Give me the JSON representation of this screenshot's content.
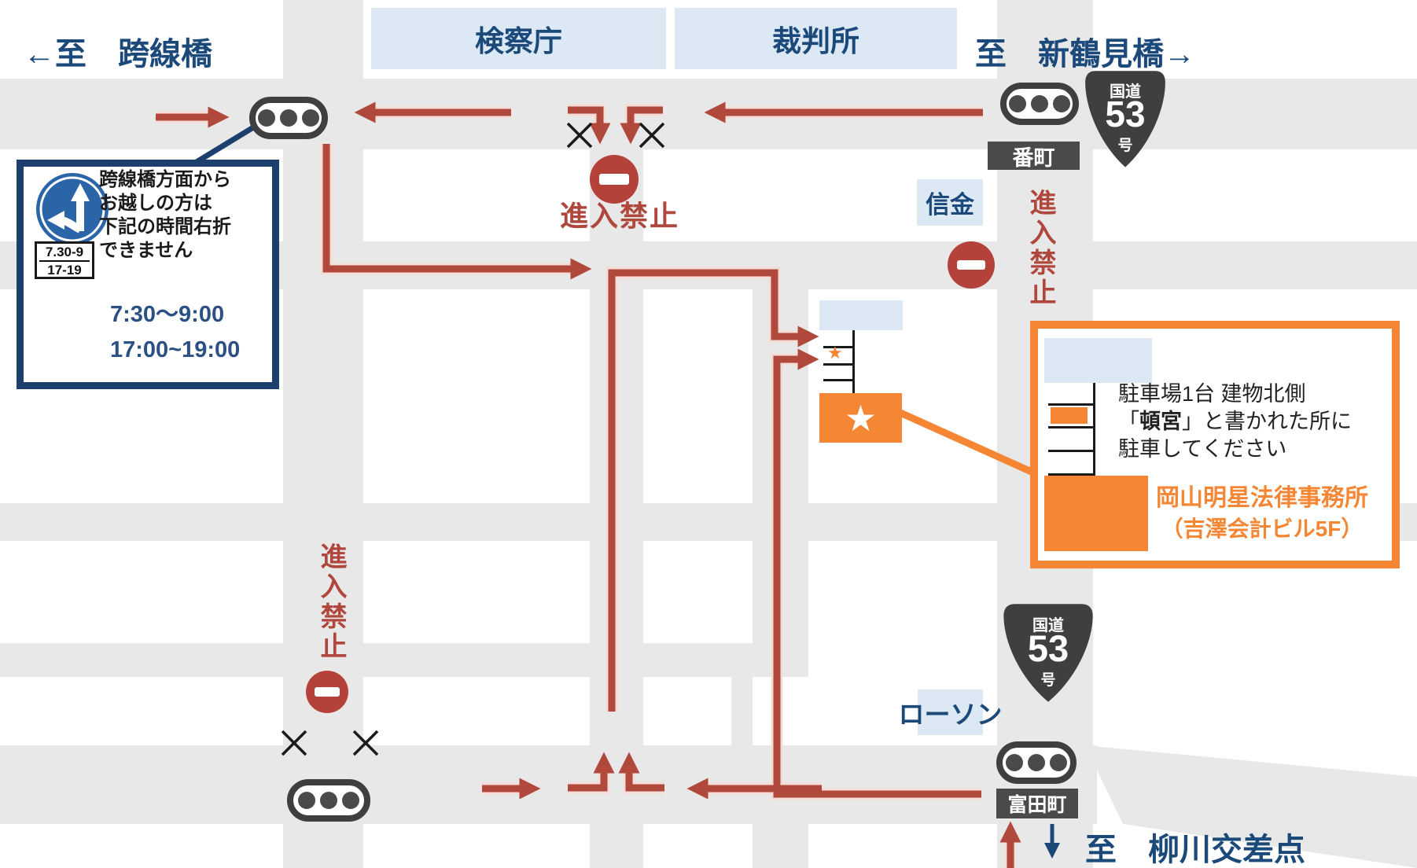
{
  "colors": {
    "road_gray": "#e9e8e8",
    "route_red": "#b0493c",
    "no_entry_red": "#b5423a",
    "navy": "#1b4a7a",
    "info_border_navy": "#1d3f6e",
    "sign_blue": "#2a65a8",
    "accent_orange": "#f58634",
    "building_lightblue": "#dce9f5",
    "label_dark": "#4a4a4a"
  },
  "map": {
    "dest_top_left": "←至　跨線橋",
    "dest_top_right": "至　新鶴見橋→",
    "dest_bottom_right": "至　柳川交差点",
    "building_prosecutors": "検察庁",
    "building_court": "裁判所",
    "building_shinkin": "信金",
    "building_lawson": "ローソン",
    "intersection_bancho": "番町",
    "intersection_tomitacho": "富田町",
    "no_entry": "進入禁止",
    "route_badge": {
      "kokudo": "国道",
      "number": "53",
      "go": "号"
    },
    "star": "★"
  },
  "info_box": {
    "lines": [
      "跨線橋方面から",
      "お越しの方は",
      "下記の時間右折",
      "できません"
    ],
    "time_plate": {
      "top": "7.30-9",
      "bottom": "17-19"
    },
    "times": [
      "7:30～9:00",
      "17:00~19:00"
    ]
  },
  "callout": {
    "line1": "駐車場1台 建物北側",
    "line2_pre": "「",
    "line2_bold": "頓宮",
    "line2_post": "」と書かれた所に",
    "line3": "駐車してください",
    "office_name": "岡山明星法律事務所",
    "office_floor": "（吉澤会計ビル5F）"
  }
}
